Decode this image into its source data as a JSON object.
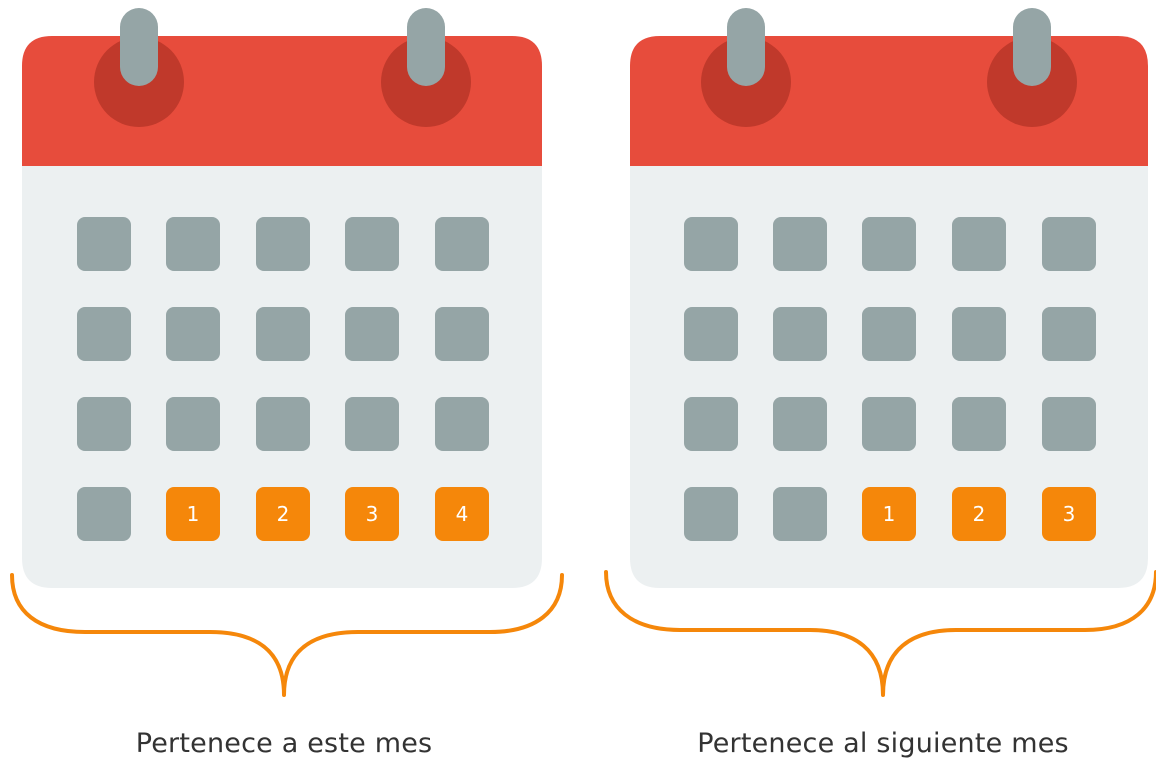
{
  "colors": {
    "header": "#e74c3c",
    "ring_shadow": "#c0392b",
    "ring": "#95a5a6",
    "body": "#ecf0f1",
    "cell_gray": "#95a5a6",
    "cell_highlight": "#f5870a",
    "brace": "#f5870a",
    "cell_text": "#ffffff",
    "caption_text": "#333333"
  },
  "calendars": [
    {
      "caption": "Pertenece a este mes",
      "rows": [
        [
          "",
          "",
          "",
          "",
          ""
        ],
        [
          "",
          "",
          "",
          "",
          ""
        ],
        [
          "",
          "",
          "",
          "",
          ""
        ],
        [
          "",
          "1",
          "2",
          "3",
          "4"
        ]
      ]
    },
    {
      "caption": "Pertenece al siguiente mes",
      "rows": [
        [
          "",
          "",
          "",
          "",
          ""
        ],
        [
          "",
          "",
          "",
          "",
          ""
        ],
        [
          "",
          "",
          "",
          "",
          ""
        ],
        [
          "",
          "",
          "1",
          "2",
          "3"
        ]
      ]
    }
  ]
}
